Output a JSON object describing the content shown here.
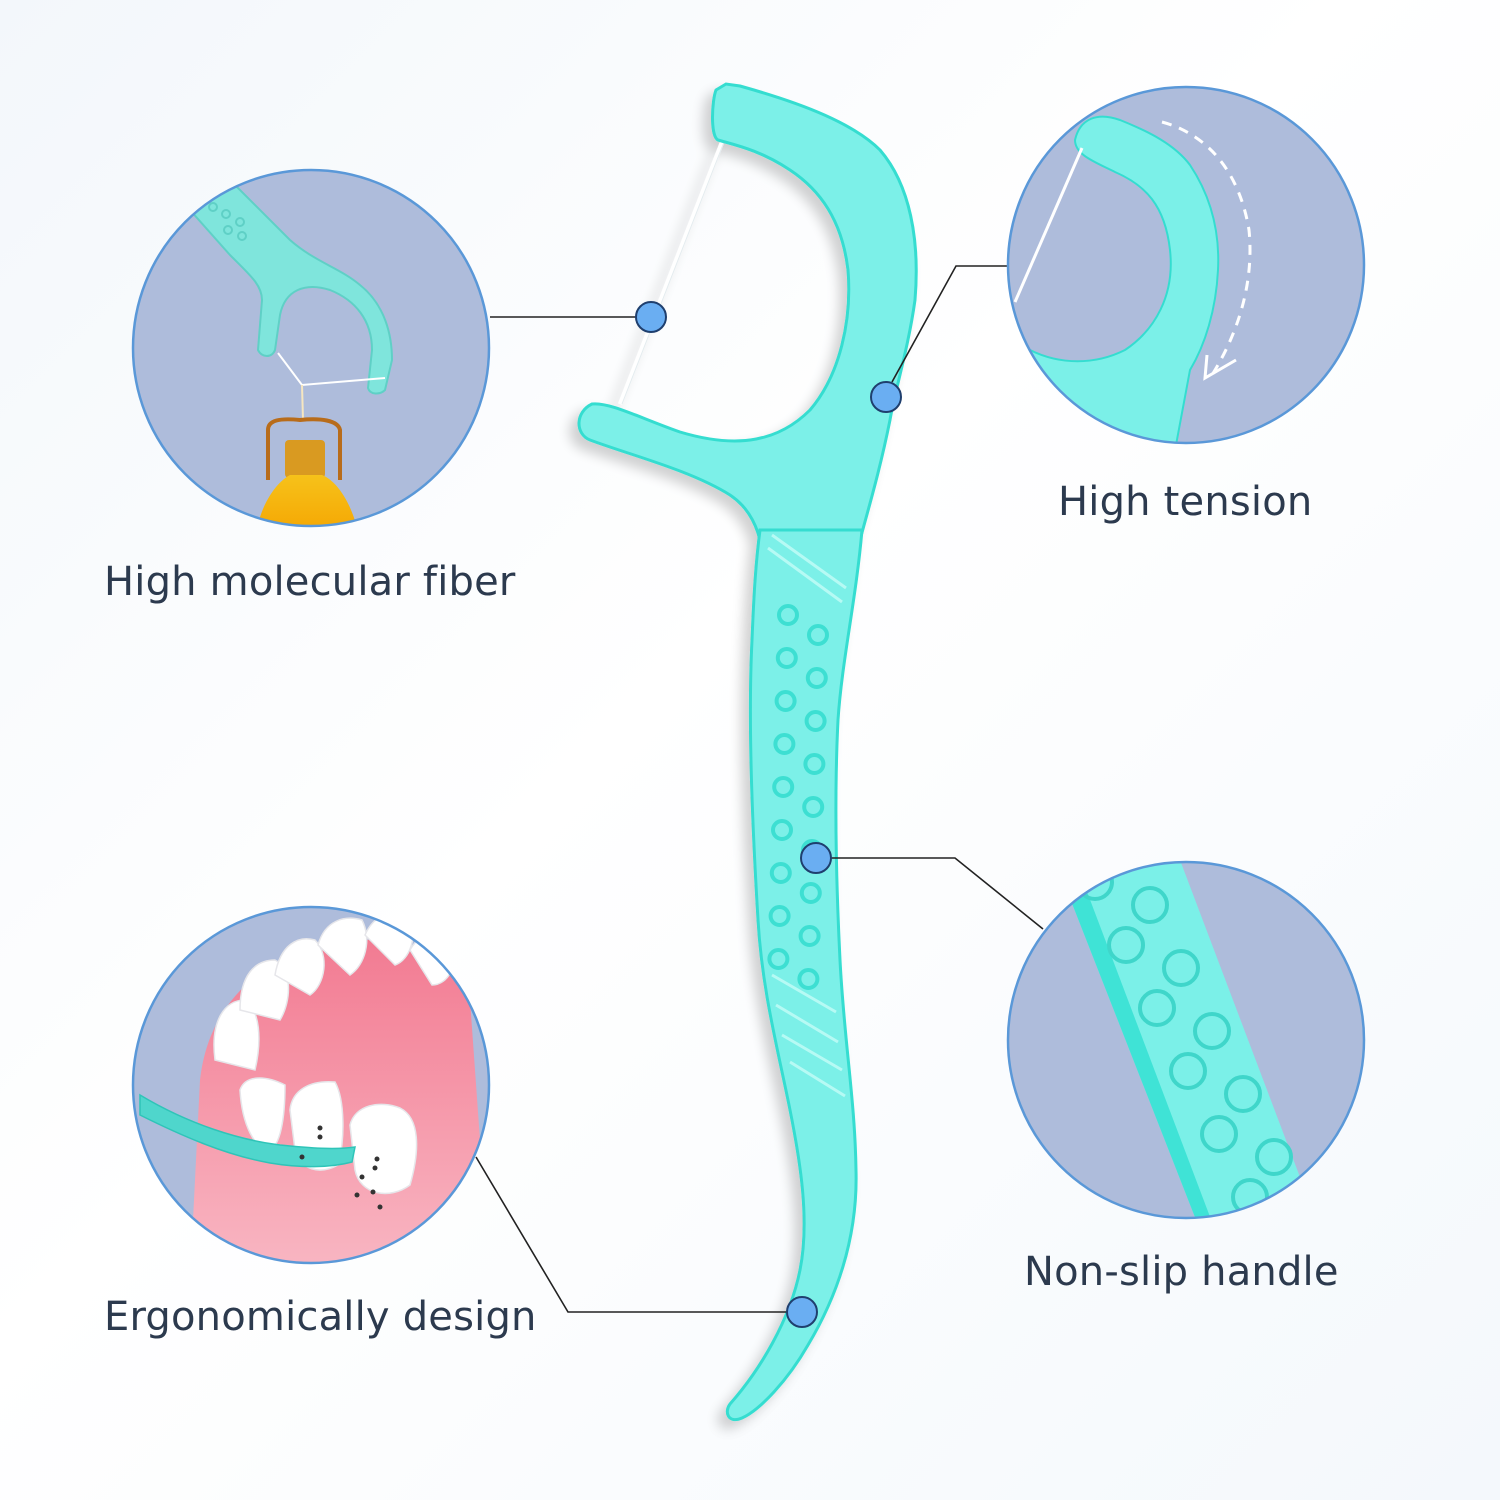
{
  "product": "Dental floss pick",
  "colors": {
    "pick": "#7bf0e8",
    "pick_edge": "#2fdccf",
    "circle_bg": "#aebcdb",
    "circle_border": "#5a98d8",
    "marker_fill": "#6aaef2",
    "marker_stroke": "#1f3f6e",
    "label_text": "#2c3a4e"
  },
  "features": [
    {
      "id": "fiber",
      "label": "High molecular fiber",
      "detail_icon": "floss-lifting-bottle-illustration"
    },
    {
      "id": "tension",
      "label": "High tension",
      "detail_icon": "floss-head-tension-arrow-illustration"
    },
    {
      "id": "ergonomic",
      "label": "Ergonomically design",
      "detail_icon": "floss-between-teeth-illustration"
    },
    {
      "id": "handle",
      "label": "Non-slip handle",
      "detail_icon": "textured-handle-closeup-illustration"
    }
  ]
}
